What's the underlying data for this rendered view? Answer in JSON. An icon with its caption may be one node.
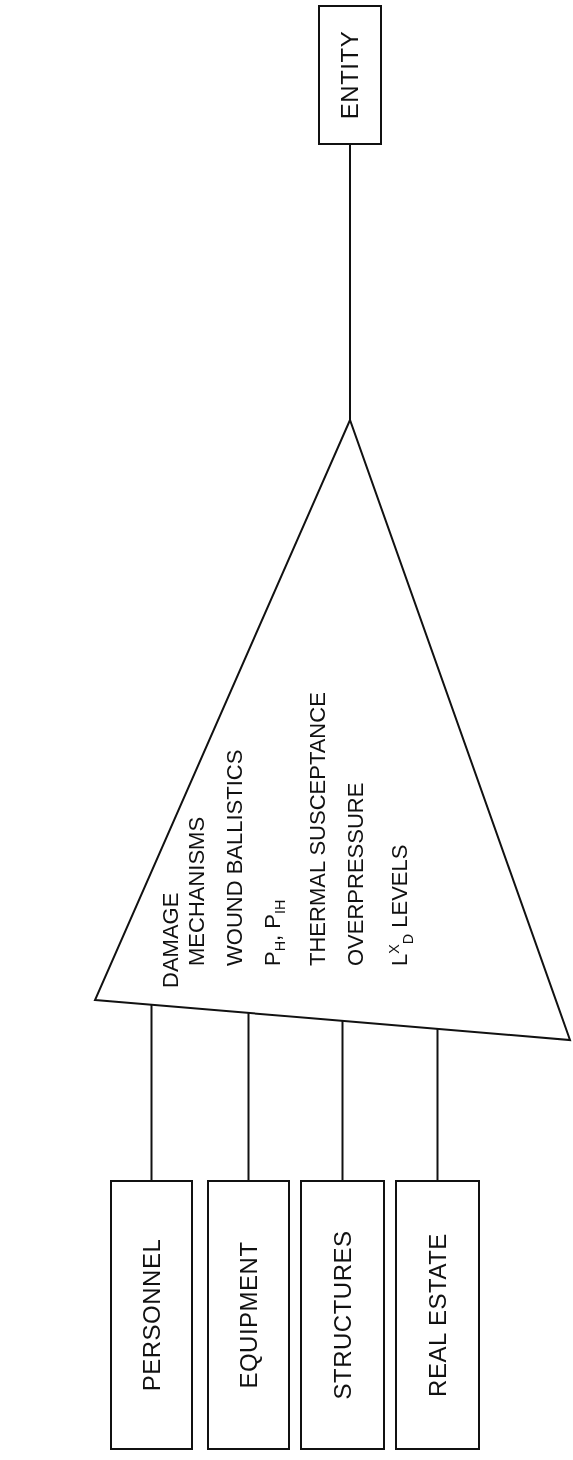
{
  "diagram": {
    "nodes": [
      {
        "text": [
          "PERSONNEL"
        ]
      },
      {
        "text": [
          "EQUIPMENT"
        ]
      },
      {
        "text": [
          "STRUCTURES"
        ]
      },
      {
        "text": [
          "REAL ESTATE"
        ]
      },
      {
        "text": [
          "DAMAGE MECHANISMS",
          "WOUND BALLISTICS",
          "P$_{H}$, P$_{IH}$",
          "THERMAL SUSCEPTANCE",
          "OVERPRESSURE",
          "L$^{X}$$_{D}$ LEVELS"
        ]
      },
      {
        "text": [
          "ENTITY"
        ]
      }
    ],
    "edges": [
      {
        "from": 0,
        "to": 4,
        "arrow": "none"
      },
      {
        "from": 1,
        "to": 4,
        "arrow": "none"
      },
      {
        "from": 2,
        "to": 4,
        "arrow": "none"
      },
      {
        "from": 3,
        "to": 4,
        "arrow": "none"
      },
      {
        "from": 4,
        "to": 5,
        "arrow": "none"
      }
    ]
  }
}
